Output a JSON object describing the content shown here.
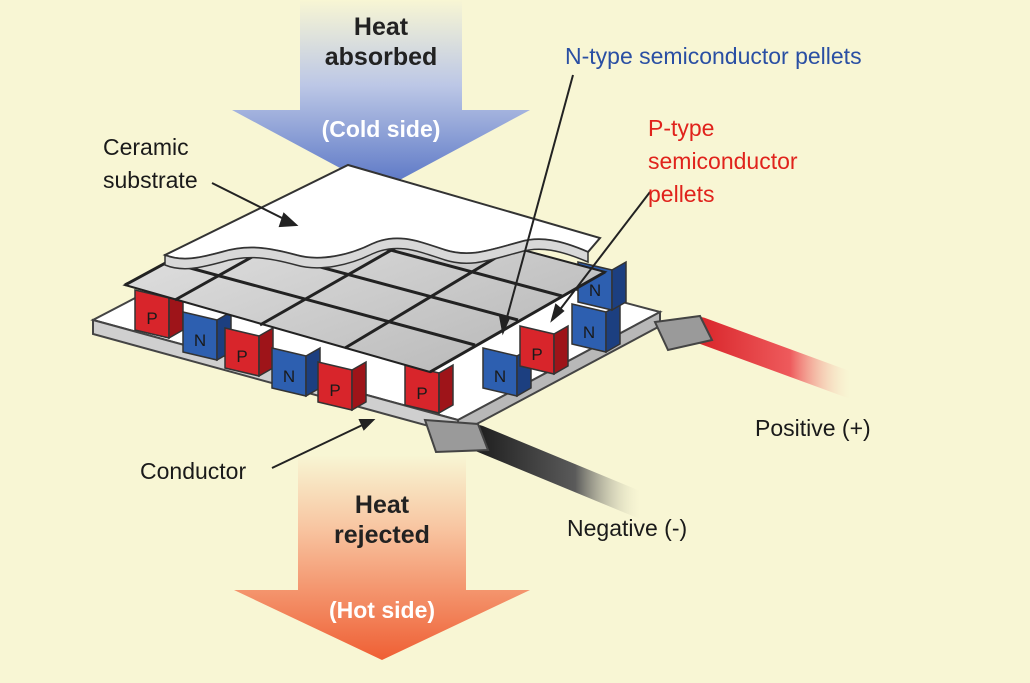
{
  "heat_in": {
    "line1": "Heat",
    "line2": "absorbed",
    "side": "(Cold side)"
  },
  "heat_out": {
    "line1": "Heat",
    "line2": "rejected",
    "side": "(Hot side)"
  },
  "labels": {
    "ceramic_line1": "Ceramic",
    "ceramic_line2": "substrate",
    "n_type": "N-type semiconductor pellets",
    "p_type_line1": "P-type",
    "p_type_line2": "semiconductor",
    "p_type_line3": "pellets",
    "conductor": "Conductor",
    "positive": "Positive (+)",
    "negative": "Negative (-)"
  },
  "pellet_letters": {
    "p": "P",
    "n": "N"
  },
  "colors": {
    "background": "#f8f6d4",
    "n_type_text": "#2a4fa3",
    "p_type_text": "#e0231c",
    "p_pellet": "#d8252b",
    "n_pellet": "#2d5fb0",
    "cold_arrow": "#5f7bc9",
    "hot_arrow": "#f0683c",
    "positive_wire": "#e8383a",
    "negative_wire": "#2a2a2a"
  }
}
